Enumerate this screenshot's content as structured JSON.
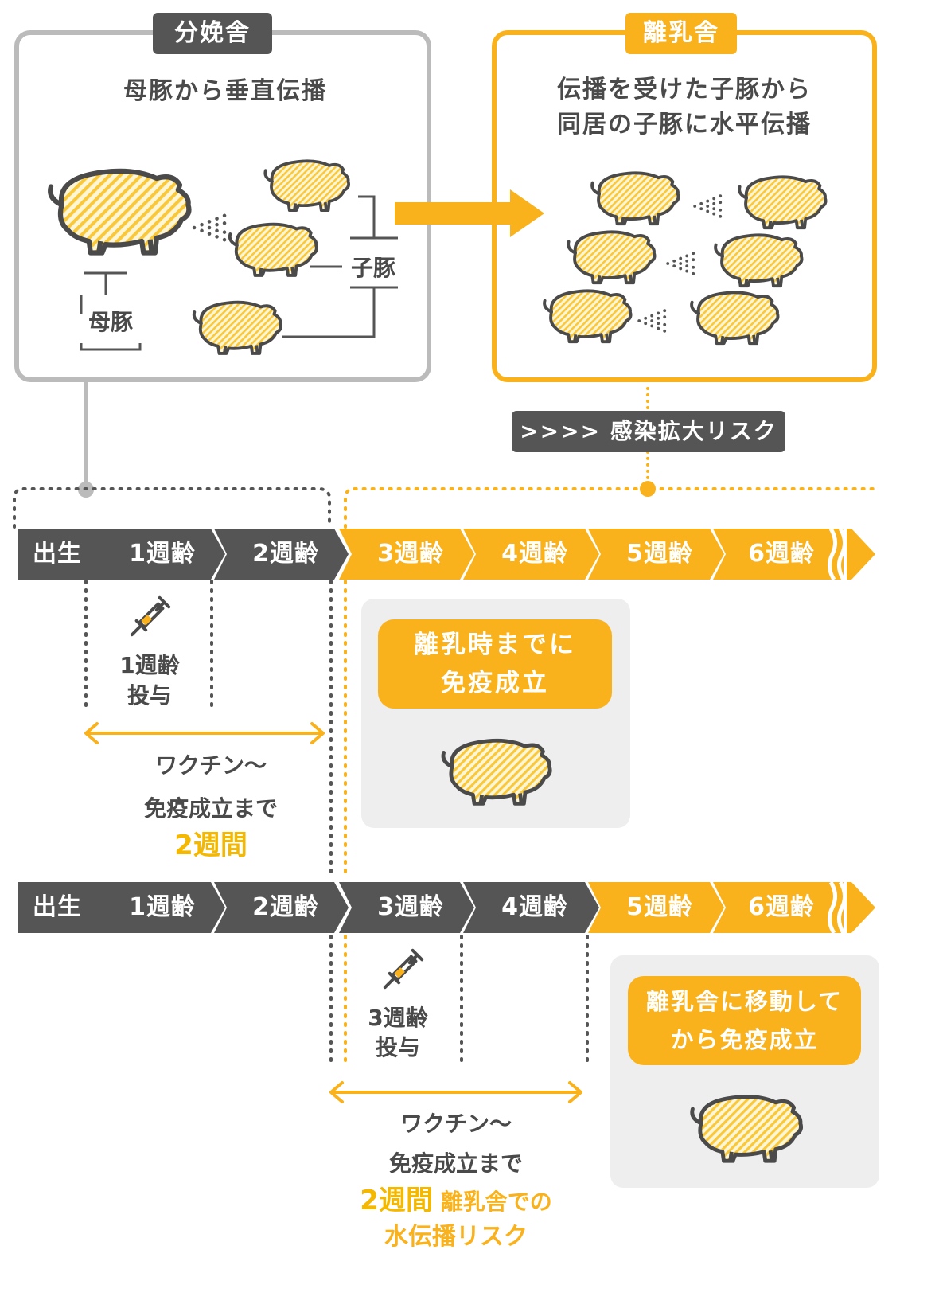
{
  "colors": {
    "dark": "#555555",
    "yellow": "#f9b21c",
    "gray_border": "#bbbbbb",
    "text": "#4a4a4a",
    "highlight": "#f5b800"
  },
  "farrowing": {
    "tag": "分娩舎",
    "title": "母豚から垂直伝播",
    "sow_label": "母豚",
    "piglet_label": "子豚"
  },
  "weaning": {
    "tag": "離乳舎",
    "title_line1": "伝播を受けた子豚から",
    "title_line2": "同居の子豚に水平伝播"
  },
  "risk_badge": ">>>> 感染拡大リスク",
  "timeline1": {
    "segments": [
      "出生",
      "1週齢",
      "2週齢",
      "3週齢",
      "4週齢",
      "5週齢",
      "6週齢"
    ],
    "vaccine_line1": "1週齢",
    "vaccine_line2": "投与",
    "span_line1": "ワクチン〜",
    "span_line2": "免疫成立まで",
    "span_highlight": "2週間",
    "result_line1": "離乳時までに",
    "result_line2": "免疫成立"
  },
  "timeline2": {
    "segments": [
      "出生",
      "1週齢",
      "2週齢",
      "3週齢",
      "4週齢",
      "5週齢",
      "6週齢"
    ],
    "vaccine_line1": "3週齢",
    "vaccine_line2": "投与",
    "span_line1": "ワクチン〜",
    "span_line2": "免疫成立まで",
    "span_highlight": "2週間",
    "span_line3a": "離乳舎での",
    "span_line4": "水伝播リスク",
    "result_line1": "離乳舎に移動して",
    "result_line2": "から免疫成立"
  }
}
